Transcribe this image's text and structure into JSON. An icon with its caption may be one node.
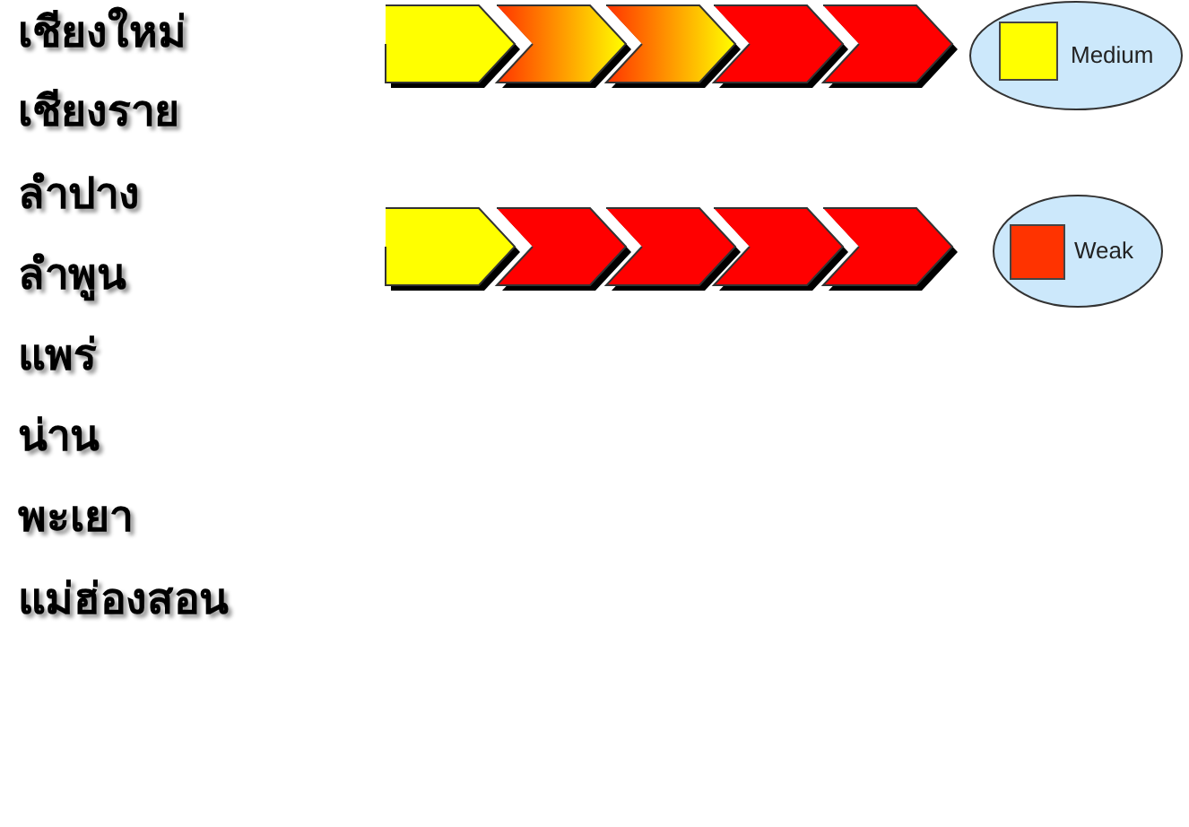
{
  "diagram": {
    "nodes": [
      {
        "text": [],
        "shape": "pentagon"
      },
      {
        "text": [],
        "shape": "chevron"
      },
      {
        "text": [],
        "shape": "chevron"
      },
      {
        "text": [],
        "shape": "chevron"
      },
      {
        "text": [],
        "shape": "chevron"
      },
      {
        "text": [],
        "shape": "pentagon"
      },
      {
        "text": [],
        "shape": "chevron"
      },
      {
        "text": [],
        "shape": "chevron"
      },
      {
        "text": [],
        "shape": "chevron"
      },
      {
        "text": [],
        "shape": "chevron"
      }
    ],
    "labels": [
      "เชียงใหม่",
      "เชียงราย",
      "ลำปาง",
      "ลำพูน",
      "แพร่",
      "น่าน",
      "พะเยา",
      "แม่ฮ่องสอน"
    ],
    "legend": [
      {
        "text": "Medium",
        "color": "#ffff00"
      },
      {
        "text": "Weak",
        "color": "#ff3300"
      }
    ]
  }
}
